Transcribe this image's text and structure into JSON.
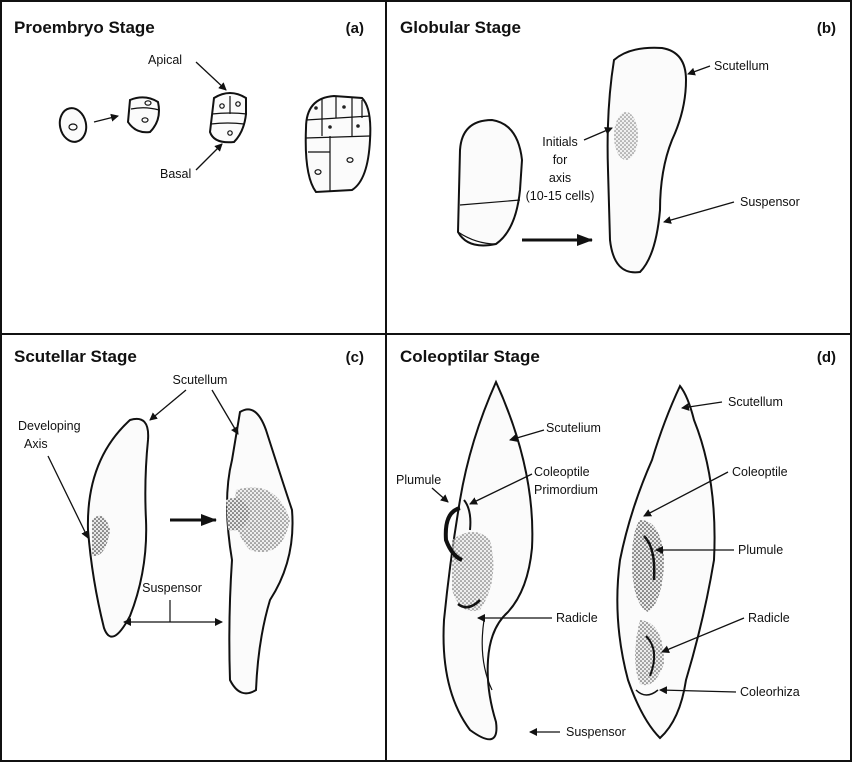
{
  "panels": {
    "a": {
      "title": "Proembryo Stage",
      "letter": "(a)",
      "labels": {
        "apical": "Apical",
        "basal": "Basal"
      }
    },
    "b": {
      "title": "Globular Stage",
      "letter": "(b)",
      "labels": {
        "scutellum": "Scutellum",
        "initials_1": "Initials",
        "initials_2": "for",
        "initials_3": "axis",
        "initials_4": "(10-15 cells)",
        "suspensor": "Suspensor"
      }
    },
    "c": {
      "title": "Scutellar Stage",
      "letter": "(c)",
      "labels": {
        "scutellum": "Scutellum",
        "developing_1": "Developing",
        "developing_2": "Axis",
        "suspensor": "Suspensor"
      }
    },
    "d": {
      "title": "Coleoptilar Stage",
      "letter": "(d)",
      "labels": {
        "scutelium_left": "Scutelium",
        "plumule_left": "Plumule",
        "coleoptile_prim_1": "Coleoptile",
        "coleoptile_prim_2": "Primordium",
        "radicle_left": "Radicle",
        "suspensor": "Suspensor",
        "scutellum_right": "Scutellum",
        "coleoptile_right": "Coleoptile",
        "plumule_right": "Plumule",
        "radicle_right": "Radicle",
        "coleorhiza": "Coleorhiza"
      }
    }
  }
}
